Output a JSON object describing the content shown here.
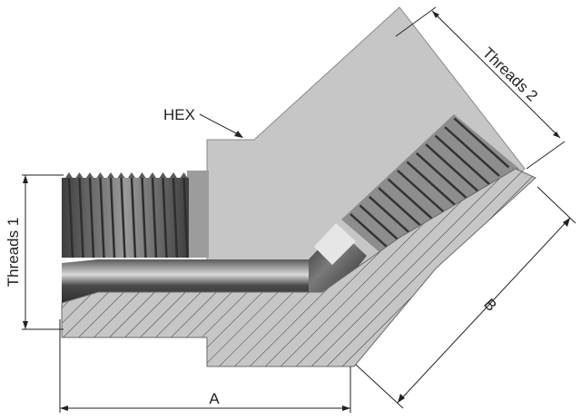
{
  "labels": {
    "threads1": "Threads 1",
    "threads2": "Threads 2",
    "hex": "HEX",
    "a": "A",
    "b": "B"
  },
  "colors": {
    "body_fill": "#c6c6c6",
    "body_shade": "#a9a9a9",
    "thread_dark": "#4d4d4d",
    "thread_mid": "#8a8a8a",
    "thread_light": "#d6d6d6",
    "bore_dark": "#3c3c3c",
    "hatch_line": "#3a3a3a",
    "dimension_line": "#222222"
  }
}
